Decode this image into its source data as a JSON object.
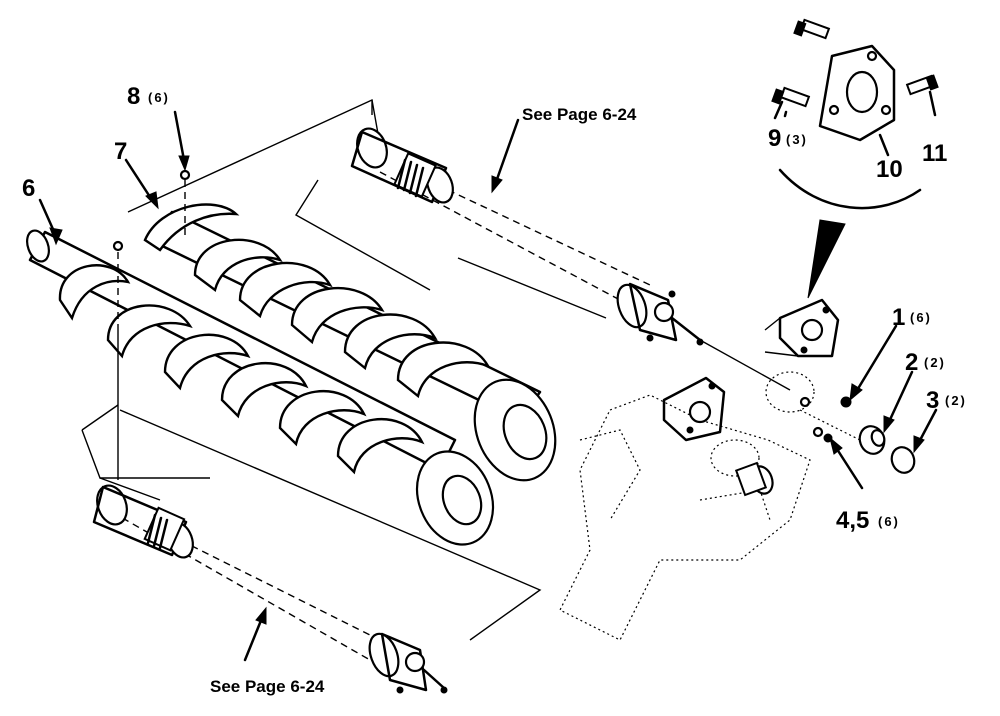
{
  "callouts": [
    {
      "number": "1",
      "qty": "(6)"
    },
    {
      "number": "2",
      "qty": "(2)"
    },
    {
      "number": "3",
      "qty": "(2)"
    },
    {
      "number": "4,5",
      "qty": "(6)"
    },
    {
      "number": "6",
      "qty": ""
    },
    {
      "number": "7",
      "qty": ""
    },
    {
      "number": "8",
      "qty": "(6)"
    },
    {
      "number": "9",
      "qty": "(3)"
    },
    {
      "number": "10",
      "qty": ""
    },
    {
      "number": "11",
      "qty": ""
    }
  ],
  "references": {
    "top": "See Page 6-24",
    "bottom": "See Page 6-24"
  }
}
